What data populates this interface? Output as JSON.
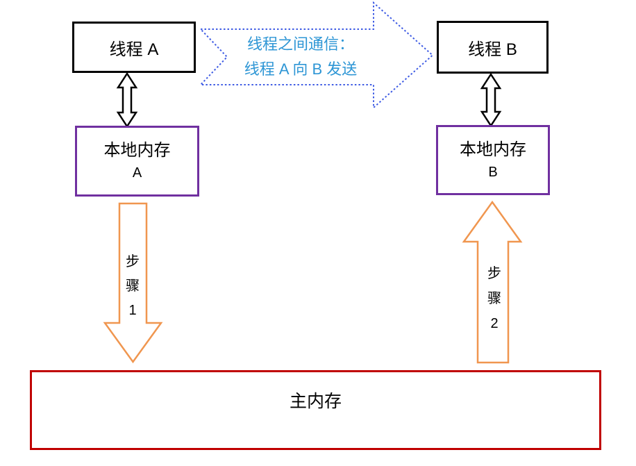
{
  "diagram": {
    "title_semantic": "thread-communication-memory-model",
    "thread_a": {
      "label": "线程 A"
    },
    "thread_b": {
      "label": "线程 B"
    },
    "local_memory_a": {
      "line1": "本地内存",
      "line2": "A"
    },
    "local_memory_b": {
      "line1": "本地内存",
      "line2": "B"
    },
    "main_memory": {
      "label": "主内存"
    },
    "communication_arrow": {
      "line1": "线程之间通信：",
      "line2": "线程 A 向 B 发送"
    },
    "step1_arrow": {
      "char1": "步",
      "char2": "骤",
      "char3": "1"
    },
    "step2_arrow": {
      "char1": "步",
      "char2": "骤",
      "char3": "2"
    }
  },
  "colors": {
    "thread_box_border": "#000000",
    "local_memory_border": "#7030A0",
    "main_memory_border": "#C00000",
    "step_arrow_orange": "#F0964F",
    "communication_arrow_outline": "#3E5BE4",
    "communication_text_blue": "#2E96D5",
    "background": "#FFFFFF"
  }
}
